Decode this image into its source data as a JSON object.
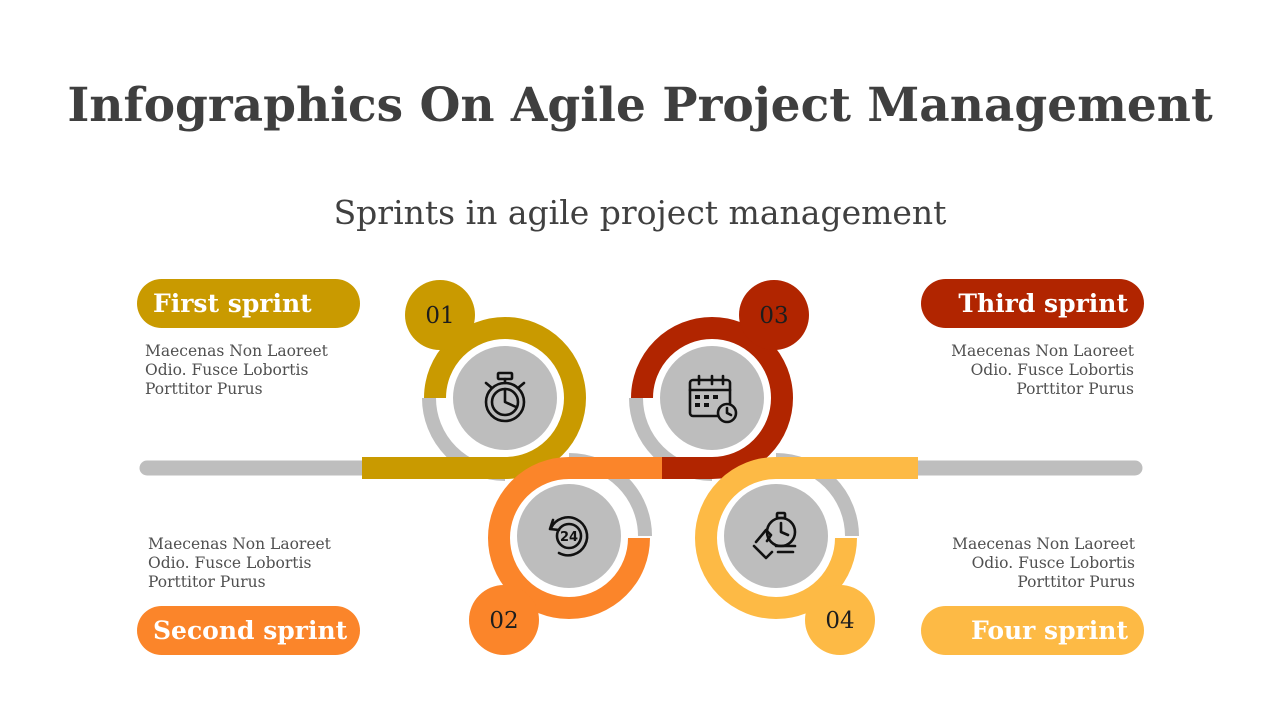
{
  "title": "Infographics On Agile Project Management",
  "subtitle": "Sprints in agile project management",
  "colors": {
    "gold": "#C99A00",
    "dark_red": "#B12500",
    "orange": "#FB852A",
    "light_orange": "#FDBA45",
    "gray": "#BEBEBE"
  },
  "steps": [
    {
      "number": "01",
      "label": "First sprint",
      "desc": [
        "Maecenas Non Laoreet",
        "Odio. Fusce Lobortis",
        "Porttitor Purus"
      ],
      "icon": "stopwatch-icon",
      "color": "#C99A00"
    },
    {
      "number": "02",
      "label": "Second sprint",
      "desc": [
        "Maecenas Non Laoreet",
        "Odio. Fusce Lobortis",
        "Porttitor Purus"
      ],
      "icon": "clock-24-hours-icon",
      "color": "#FB852A"
    },
    {
      "number": "03",
      "label": "Third sprint",
      "desc": [
        "Maecenas Non Laoreet",
        "Odio. Fusce Lobortis",
        "Porttitor Purus"
      ],
      "icon": "calendar-clock-icon",
      "color": "#B12500"
    },
    {
      "number": "04",
      "label": "Four sprint",
      "desc": [
        "Maecenas Non Laoreet",
        "Odio. Fusce Lobortis",
        "Porttitor Purus"
      ],
      "icon": "hand-stopwatch-icon",
      "color": "#FDBA45"
    }
  ]
}
